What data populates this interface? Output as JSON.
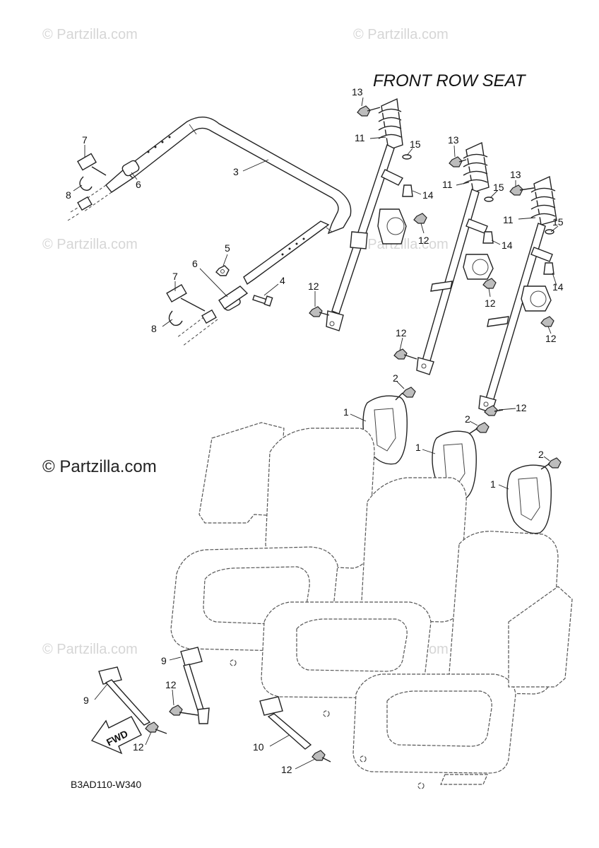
{
  "diagram": {
    "title": "FRONT ROW SEAT",
    "code": "B3AD110-W340",
    "fwd_label": "FWD",
    "watermark_large": "© Partzilla.com",
    "watermark_small": "© Partzilla.com",
    "callouts": {
      "c13a": "13",
      "c11a": "11",
      "c15a": "15",
      "c14a": "14",
      "c12a": "12",
      "c13b": "13",
      "c11b": "11",
      "c15b": "15",
      "c14b": "14",
      "c12b": "12",
      "c13c": "13",
      "c11c": "11",
      "c15c": "15",
      "c14c": "14",
      "c12c": "12",
      "c12d": "12",
      "c12e": "12",
      "c12f": "12",
      "c7a": "7",
      "c8a": "8",
      "c6a": "6",
      "c3": "3",
      "c5": "5",
      "c6b": "6",
      "c4": "4",
      "c7b": "7",
      "c8b": "8",
      "c2a": "2",
      "c1a": "1",
      "c1b": "1",
      "c2b": "2",
      "c2c": "2",
      "c1c": "1",
      "c9a": "9",
      "c9b": "9",
      "c12g": "12",
      "c12h": "12",
      "c10": "10",
      "c12i": "12"
    }
  }
}
